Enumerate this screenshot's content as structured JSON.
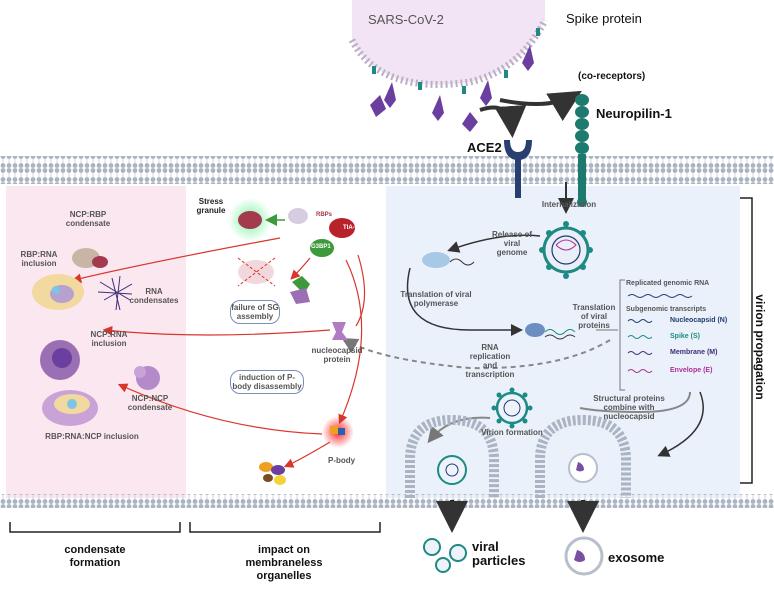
{
  "top": {
    "virus": "SARS-CoV-2",
    "spike": "Spike protein",
    "coreceptors": "(co-receptors)",
    "neuropilin": "Neuropilin-1",
    "ace2": "ACE2"
  },
  "left_panel": {
    "ncp_rbp": "NCP:RBP condensate",
    "rbp_rna": "RBP:RNA inclusion",
    "rna_condensates": "RNA condensates",
    "ncp_rna": "NCP:RNA inclusion",
    "ncp_ncp": "NCP:NCP condensate",
    "rbp_rna_ncp": "RBP:RNA:NCP inclusion"
  },
  "middle_panel": {
    "stress_granule": "Stress granule",
    "rbps": "RBPs",
    "tia1": "TIA-1",
    "g3bp1": "G3BP1",
    "failure_sg": "failure of SG assembly",
    "nucleocapsid_protein": "nucleocapsid protein",
    "pbody_disassembly": "induction of P-body disassembly",
    "pbody": "P-body"
  },
  "right_panel": {
    "internalization": "Internalization",
    "release": "Release of viral genome",
    "translation_poly": "Translation of viral polymerase",
    "rna_replication": "RNA replication and transcription",
    "translation_prot": "Translation of viral proteins",
    "replicated": "Replicated genomic RNA",
    "subgenomic": "Subgenomic transcripts",
    "legend": [
      {
        "label": "Nucleocapsid (N)",
        "color": "#1f3b70"
      },
      {
        "label": "Spike (S)",
        "color": "#1d8a84"
      },
      {
        "label": "Membrane (M)",
        "color": "#3e2e7a"
      },
      {
        "label": "Envelope (E)",
        "color": "#b02f94"
      }
    ],
    "structural": "Structural proteins combine with nucleocapsid",
    "virion_formation": "Virion formation",
    "virion_propagation": "virion propagation"
  },
  "bottom": {
    "viral_particles": "viral particles",
    "exosome": "exosome",
    "condensate_formation": "condensate formation",
    "impact": "impact on membraneless organelles"
  }
}
